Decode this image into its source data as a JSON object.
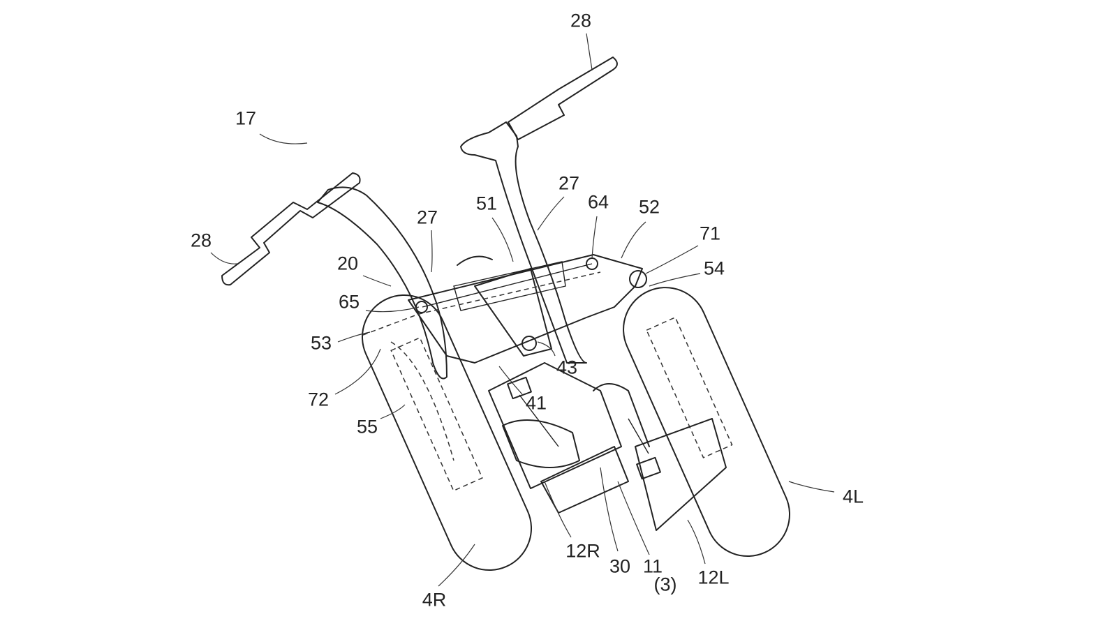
{
  "figure": {
    "labels": {
      "l17": "17",
      "l28_top": "28",
      "l28_left": "28",
      "l27_left": "27",
      "l27_right": "27",
      "l20": "20",
      "l51": "51",
      "l64": "64",
      "l52": "52",
      "l71": "71",
      "l54": "54",
      "l65": "65",
      "l53": "53",
      "l43": "43",
      "l72": "72",
      "l41": "41",
      "l55": "55",
      "l4R": "4R",
      "l12R": "12R",
      "l30": "30",
      "l11": "11",
      "l3": "(3)",
      "l12L": "12L",
      "l4L": "4L"
    }
  }
}
